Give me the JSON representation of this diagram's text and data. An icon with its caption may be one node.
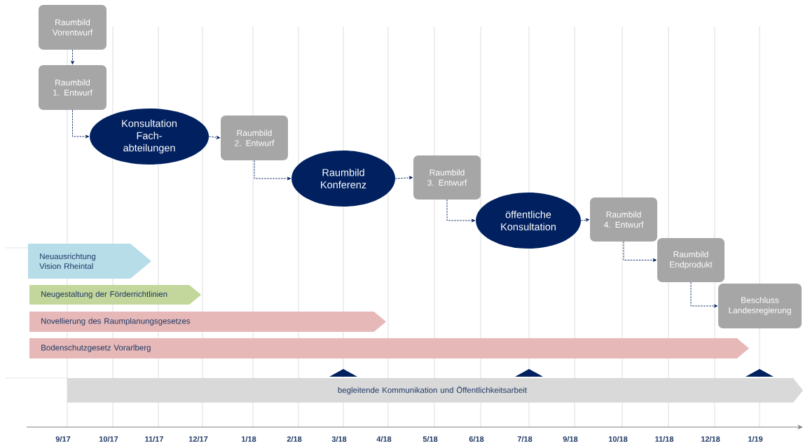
{
  "diagram": {
    "nodes": [
      {
        "text": [
          "Raumbild Vorentwurf"
        ]
      },
      {
        "text": [
          "Raumbild 1. Entwurf"
        ]
      },
      {
        "text": [
          "Konsultation Fach- abteilungen"
        ]
      },
      {
        "text": [
          "Raumbild 2. Entwurf"
        ]
      },
      {
        "text": [
          "Raumbild Konferenz"
        ]
      },
      {
        "text": [
          "Raumbild 3. Entwurf"
        ]
      },
      {
        "text": [
          "öffentliche Konsultation"
        ]
      },
      {
        "text": [
          "Raumbild 4. Entwurf"
        ]
      },
      {
        "text": [
          "Raumbild Endprodukt"
        ]
      },
      {
        "text": [
          "Beschluss Landesregierung"
        ]
      },
      {
        "text": [
          "Neuausrichtung Vision Rheintal"
        ]
      },
      {
        "text": [
          "Neugestaltung der Förderrichtlinien"
        ]
      },
      {
        "text": [
          "Novellierung des Raumplanungsgesetzes"
        ]
      },
      {
        "text": [
          "Bodenschutzgesetz Vorarlberg"
        ]
      },
      {
        "text": [
          "begleitende Kommunikation und Öffentlichkeitsarbeit"
        ]
      }
    ],
    "edges": [
      {
        "from": 0,
        "to": 1,
        "arrow": "to",
        "style": "dashed"
      },
      {
        "from": 1,
        "to": 2,
        "arrow": "to",
        "style": "dashed"
      },
      {
        "from": 2,
        "to": 3,
        "arrow": "to",
        "style": "dashed"
      },
      {
        "from": 3,
        "to": 4,
        "arrow": "to",
        "style": "dashed"
      },
      {
        "from": 4,
        "to": 5,
        "arrow": "to",
        "style": "dashed"
      },
      {
        "from": 5,
        "to": 6,
        "arrow": "to",
        "style": "dashed"
      },
      {
        "from": 6,
        "to": 7,
        "arrow": "to",
        "style": "dashed"
      },
      {
        "from": 7,
        "to": 8,
        "arrow": "to",
        "style": "dashed"
      },
      {
        "from": 8,
        "to": 9,
        "arrow": "to",
        "style": "dashed"
      }
    ],
    "labels": [
      "9/17",
      "10/17",
      "11/17",
      "12/17",
      "1/18",
      "2/18",
      "3/18",
      "4/18",
      "5/18",
      "6/18",
      "7/18",
      "9/18",
      "10/18",
      "11/18",
      "12/18",
      "1/19"
    ]
  }
}
